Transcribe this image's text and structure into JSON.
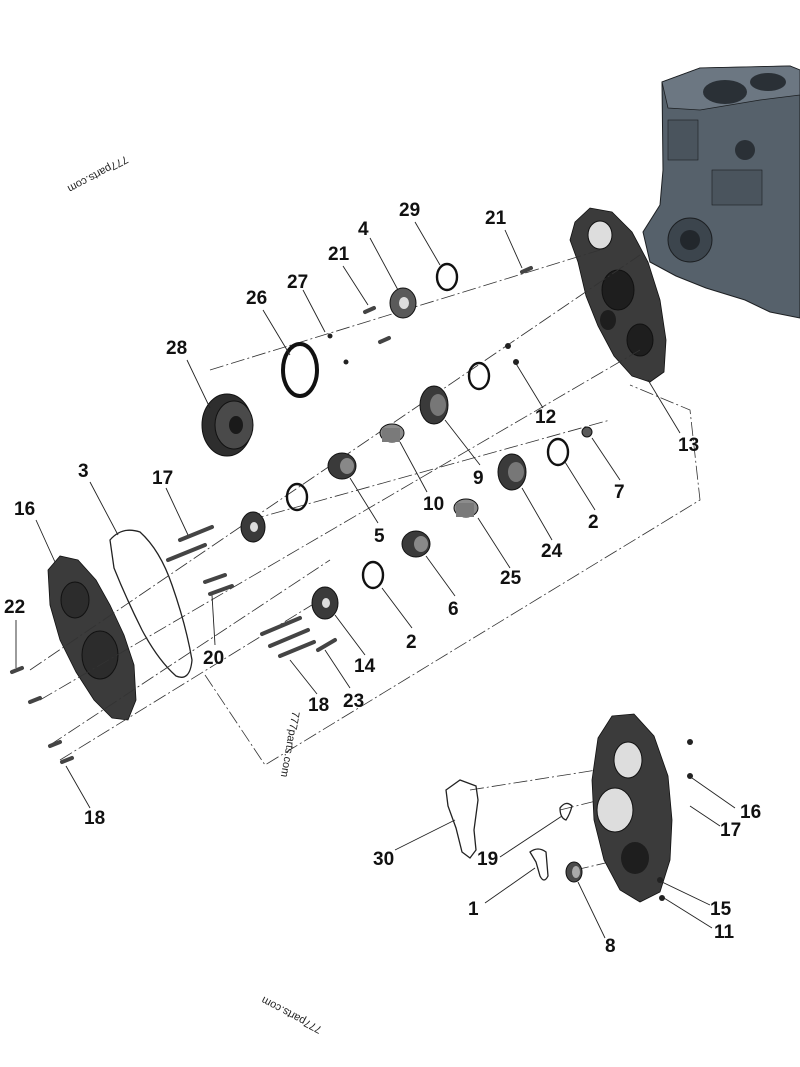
{
  "watermark": "777parts.com",
  "watermark_clipped": "om",
  "callouts": [
    {
      "id": "c1",
      "label": "1"
    },
    {
      "id": "c2a",
      "label": "2"
    },
    {
      "id": "c2b",
      "label": "2"
    },
    {
      "id": "c3",
      "label": "3"
    },
    {
      "id": "c4",
      "label": "4"
    },
    {
      "id": "c5",
      "label": "5"
    },
    {
      "id": "c6",
      "label": "6"
    },
    {
      "id": "c7",
      "label": "7"
    },
    {
      "id": "c8",
      "label": "8"
    },
    {
      "id": "c9",
      "label": "9"
    },
    {
      "id": "c10",
      "label": "10"
    },
    {
      "id": "c11",
      "label": "11"
    },
    {
      "id": "c12",
      "label": "12"
    },
    {
      "id": "c13",
      "label": "13"
    },
    {
      "id": "c14",
      "label": "14"
    },
    {
      "id": "c15",
      "label": "15"
    },
    {
      "id": "c16a",
      "label": "16"
    },
    {
      "id": "c16b",
      "label": "16"
    },
    {
      "id": "c17a",
      "label": "17"
    },
    {
      "id": "c17b",
      "label": "17"
    },
    {
      "id": "c18a",
      "label": "18"
    },
    {
      "id": "c18b",
      "label": "18"
    },
    {
      "id": "c19",
      "label": "19"
    },
    {
      "id": "c20",
      "label": "20"
    },
    {
      "id": "c21a",
      "label": "21"
    },
    {
      "id": "c21b",
      "label": "21"
    },
    {
      "id": "c22",
      "label": "22"
    },
    {
      "id": "c23",
      "label": "23"
    },
    {
      "id": "c24",
      "label": "24"
    },
    {
      "id": "c25",
      "label": "25"
    },
    {
      "id": "c26",
      "label": "26"
    },
    {
      "id": "c27",
      "label": "27"
    },
    {
      "id": "c28",
      "label": "28"
    },
    {
      "id": "c29",
      "label": "29"
    },
    {
      "id": "c30",
      "label": "30"
    }
  ]
}
